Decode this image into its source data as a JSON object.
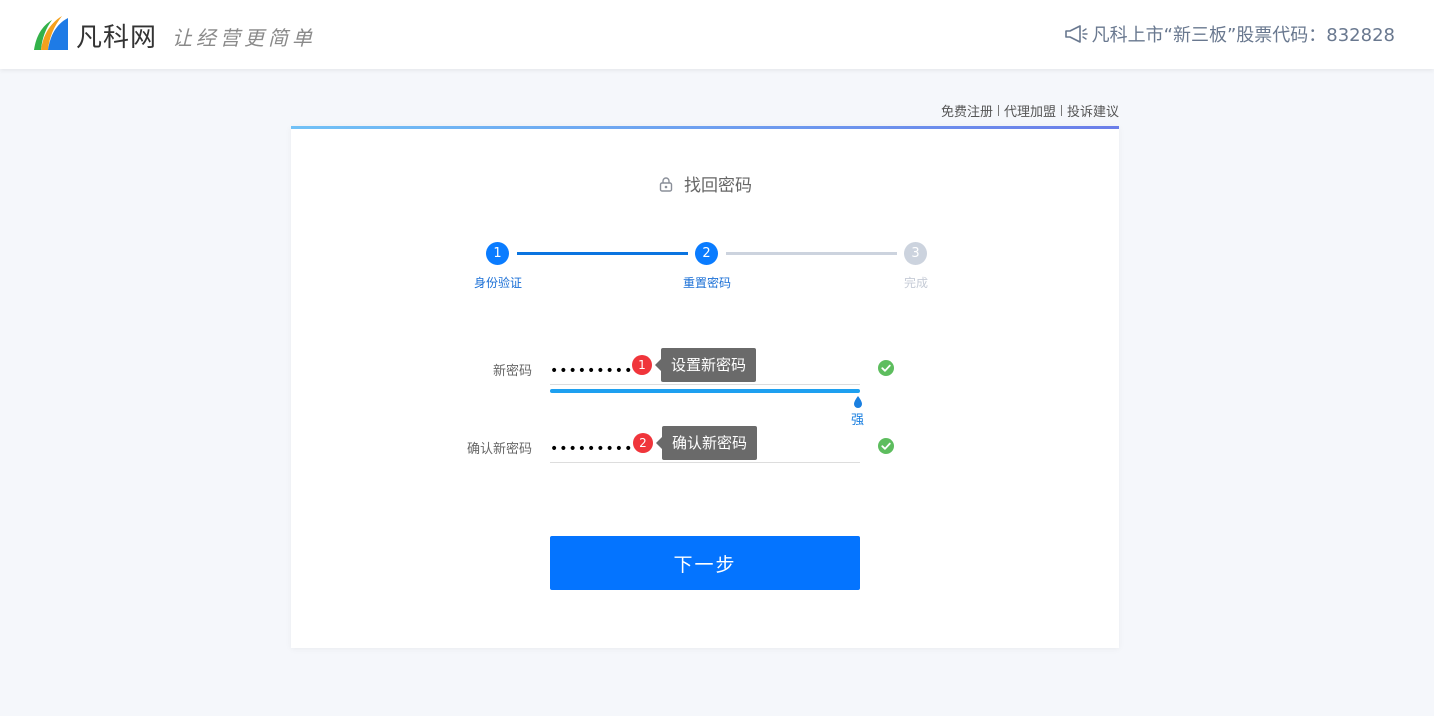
{
  "header": {
    "brand": "凡科网",
    "slogan": "让经营更简单",
    "notice": "凡科上市“新三板”股票代码：832828"
  },
  "links": [
    "免费注册",
    "代理加盟",
    "投诉建议"
  ],
  "card": {
    "title": "找回密码",
    "steps": [
      {
        "num": "1",
        "label": "身份验证"
      },
      {
        "num": "2",
        "label": "重置密码"
      },
      {
        "num": "3",
        "label": "完成"
      }
    ],
    "fields": [
      {
        "label": "新密码",
        "value": "••••••••••",
        "badge": "1",
        "tip": "设置新密码"
      },
      {
        "label": "确认新密码",
        "value": "••••••••••",
        "badge": "2",
        "tip": "确认新密码"
      }
    ],
    "strength": "强",
    "next": "下一步"
  },
  "colors": {
    "primary": "#0474ff",
    "step_active": "#0a7cff",
    "step_inactive": "#ccd3de",
    "badge": "#f0353b",
    "success": "#5dbd5e"
  }
}
